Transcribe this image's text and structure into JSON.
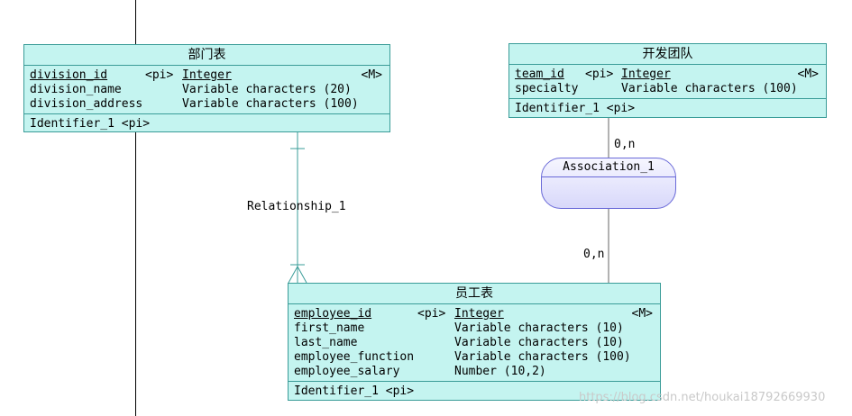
{
  "entities": {
    "dept": {
      "title": "部门表",
      "attributes": [
        {
          "name": "division_id",
          "pi": "<pi>",
          "type": "Integer",
          "mandatory": "<M>"
        },
        {
          "name": "division_name",
          "pi": "",
          "type": "Variable characters (20)",
          "mandatory": ""
        },
        {
          "name": "division_address",
          "pi": "",
          "type": "Variable characters (100)",
          "mandatory": ""
        }
      ],
      "identifier": "Identifier_1 <pi>"
    },
    "team": {
      "title": "开发团队",
      "attributes": [
        {
          "name": "team_id",
          "pi": "<pi>",
          "type": "Integer",
          "mandatory": "<M>"
        },
        {
          "name": "specialty",
          "pi": "",
          "type": "Variable characters (100)",
          "mandatory": ""
        }
      ],
      "identifier": "Identifier_1 <pi>"
    },
    "emp": {
      "title": "员工表",
      "attributes": [
        {
          "name": "employee_id",
          "pi": "<pi>",
          "type": "Integer",
          "mandatory": "<M>"
        },
        {
          "name": "first_name",
          "pi": "",
          "type": "Variable characters (10)",
          "mandatory": ""
        },
        {
          "name": "last_name",
          "pi": "",
          "type": "Variable characters (10)",
          "mandatory": ""
        },
        {
          "name": "employee_function",
          "pi": "",
          "type": "Variable characters (100)",
          "mandatory": ""
        },
        {
          "name": "employee_salary",
          "pi": "",
          "type": "Number (10,2)",
          "mandatory": ""
        }
      ],
      "identifier": "Identifier_1 <pi>"
    }
  },
  "association": {
    "name": "Association_1",
    "card_top": "0,n",
    "card_bottom": "0,n"
  },
  "relationship": {
    "name": "Relationship_1"
  },
  "watermark": "https://blog.csdn.net/houkai18792669930"
}
